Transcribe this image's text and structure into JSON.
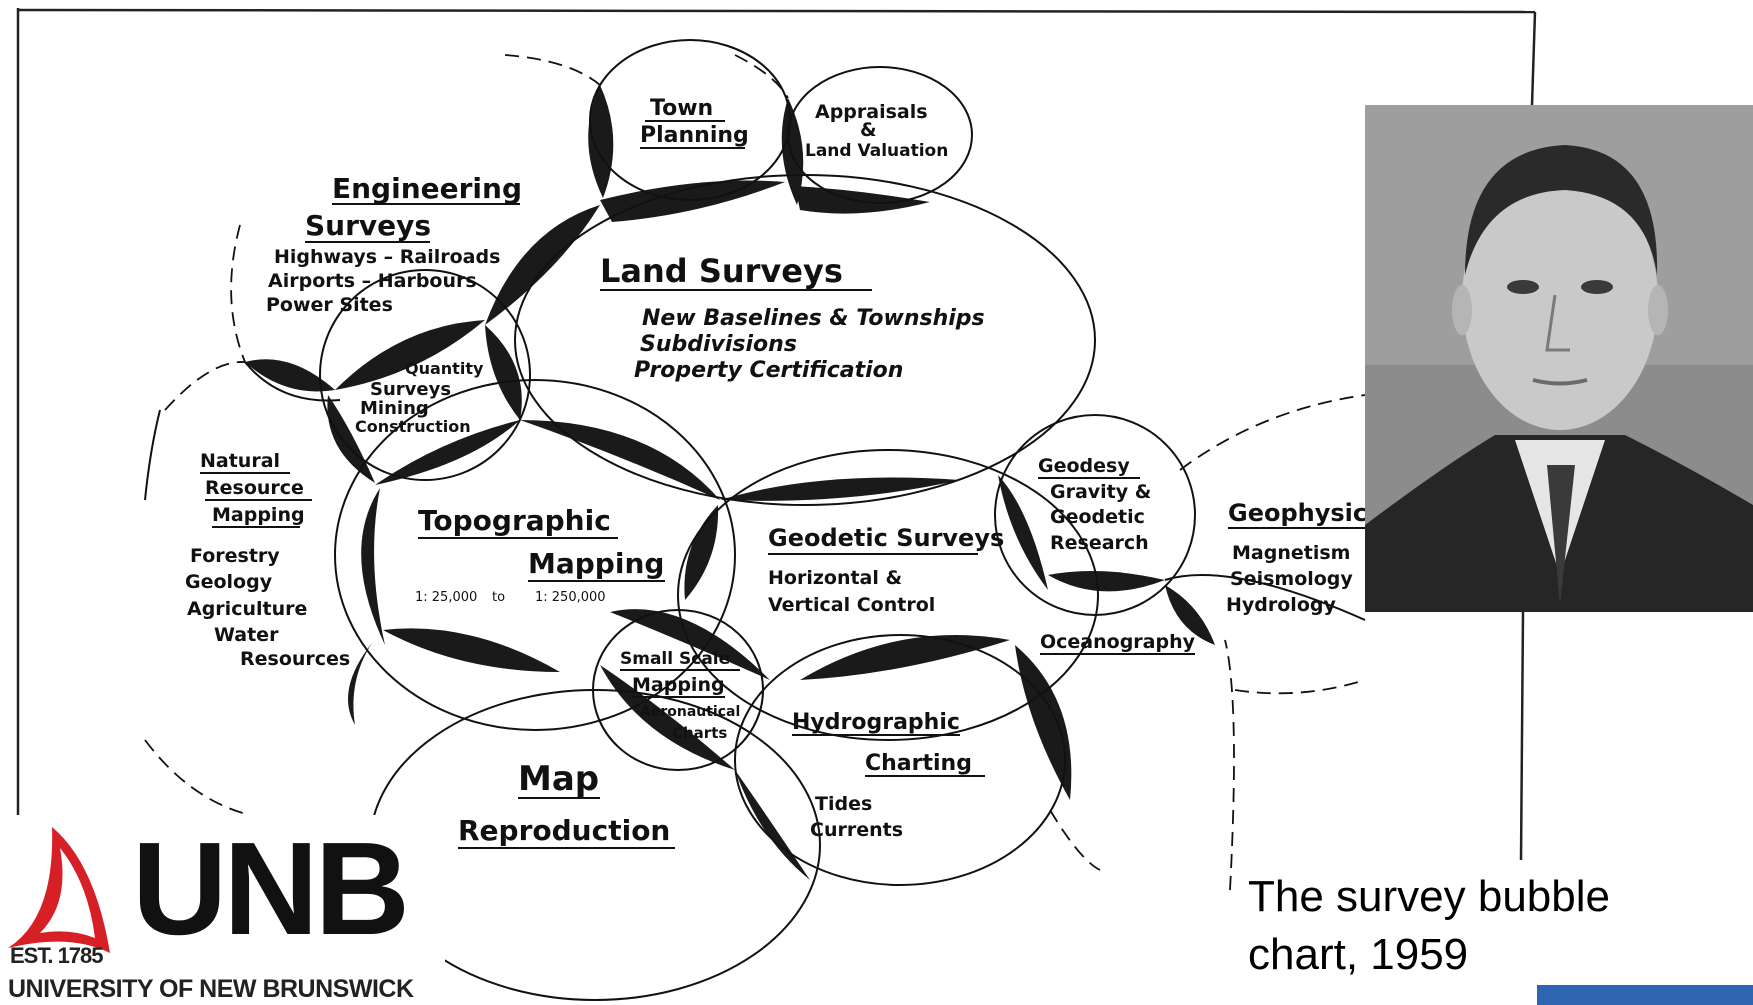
{
  "diagram": {
    "bubbles": {
      "town_planning": [
        "Town",
        "Planning"
      ],
      "appraisals": [
        "Appraisals",
        "&",
        "Land Valuation"
      ],
      "engineering": {
        "title": [
          "Engineering",
          "Surveys"
        ],
        "items": [
          "Highways – Railroads",
          "Airports – Harbours",
          "Power Sites"
        ]
      },
      "land_surveys": {
        "title": "Land Surveys",
        "items": [
          "New Baselines & Townships",
          "Subdivisions",
          "Property Certification"
        ]
      },
      "quantity": [
        "Quantity",
        "Surveys",
        "Mining",
        "Construction"
      ],
      "natural_resource": {
        "title": [
          "Natural",
          "Resource",
          "Mapping"
        ],
        "items": [
          "Forestry",
          "Geology",
          "Agriculture",
          "Water",
          "Resources"
        ]
      },
      "topographic": {
        "title": [
          "Topographic",
          "Mapping"
        ],
        "scale_from": "1: 25,000",
        "scale_to_word": "to",
        "scale_to": "1: 250,000"
      },
      "geodetic": {
        "title": "Geodetic Surveys",
        "items": [
          "Horizontal &",
          "Vertical Control"
        ]
      },
      "geodesy": [
        "Geodesy",
        "Gravity &",
        "Geodetic",
        "Research"
      ],
      "geophysics": {
        "title": "Geophysic",
        "items": [
          "Magnetism",
          "Seismology",
          "Hydrology"
        ]
      },
      "oceanography": "Oceanography",
      "small_scale": [
        "Small Scale",
        "Mapping",
        "Aeronautical",
        "Charts"
      ],
      "hydrographic": {
        "title": [
          "Hydrographic",
          "Charting"
        ],
        "items": [
          "Tides",
          "Currents"
        ]
      },
      "map_reproduction": [
        "Map",
        "Reproduction"
      ]
    }
  },
  "caption": {
    "line1": "The survey bubble",
    "line2": "chart, 1959"
  },
  "logo": {
    "wordmark": "UNB",
    "established": "EST. 1785",
    "name": "UNIVERSITY OF NEW BRUNSWICK",
    "colors": {
      "sail": "#d71f26",
      "text": "#111111"
    }
  },
  "colors": {
    "ink": "#111111",
    "lens_fill": "#1a1a1a",
    "taskbar": "#2f66b3"
  }
}
